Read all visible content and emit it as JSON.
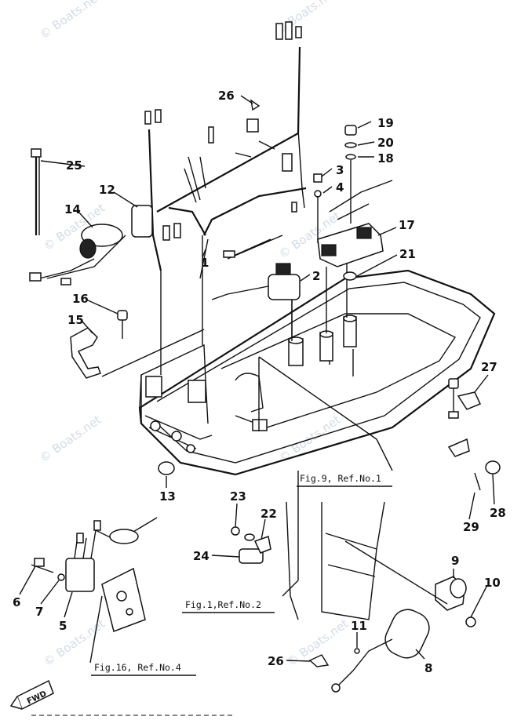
{
  "watermark": "© Boats.net",
  "parts": [
    "1",
    "2",
    "3",
    "4",
    "5",
    "6",
    "7",
    "8",
    "9",
    "10",
    "11",
    "12",
    "13",
    "14",
    "15",
    "16",
    "17",
    "18",
    "19",
    "20",
    "21",
    "22",
    "23",
    "24",
    "25",
    "26",
    "27",
    "28",
    "29"
  ],
  "references": {
    "fig9": "Fig.9, Ref.No.1",
    "fig1": "Fig.1,Ref.No.2",
    "fig16": "Fig.16, Ref.No.4"
  },
  "fwd_label": "FWD"
}
